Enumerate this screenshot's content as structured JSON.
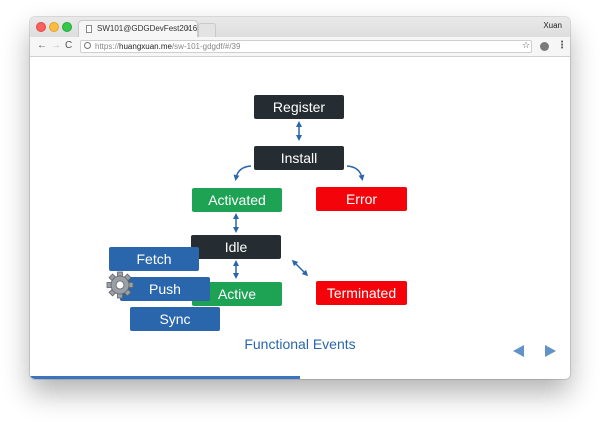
{
  "browser": {
    "tab_title": "SW101@GDGDevFest2016",
    "tab_close": "×",
    "profile_name": "Xuan",
    "back_glyph": "←",
    "forward_glyph": "→",
    "reload_glyph": "C",
    "star_glyph": "☆",
    "menu_glyph": "⋮",
    "url": {
      "scheme": "https://",
      "domain": "huangxuan.me",
      "path": "/sw-101-gdgdf/#/39"
    }
  },
  "slide": {
    "states": {
      "register": "Register",
      "install": "Install",
      "activated": "Activated",
      "error": "Error",
      "idle": "Idle",
      "active": "Active",
      "terminated": "Terminated"
    },
    "events": {
      "fetch": "Fetch",
      "push": "Push",
      "sync": "Sync"
    },
    "caption": "Functional Events"
  },
  "slide_progress": 0.5,
  "colors": {
    "dark": "#252d33",
    "green": "#1ea355",
    "red": "#f4040a",
    "blue": "#2a66ab",
    "accent_arrow": "#6192c8"
  },
  "icons": [
    "document-icon",
    "info-icon",
    "star-icon",
    "extension-icon",
    "menu-icon",
    "gear-icon",
    "arrow-left-icon",
    "arrow-right-icon"
  ]
}
